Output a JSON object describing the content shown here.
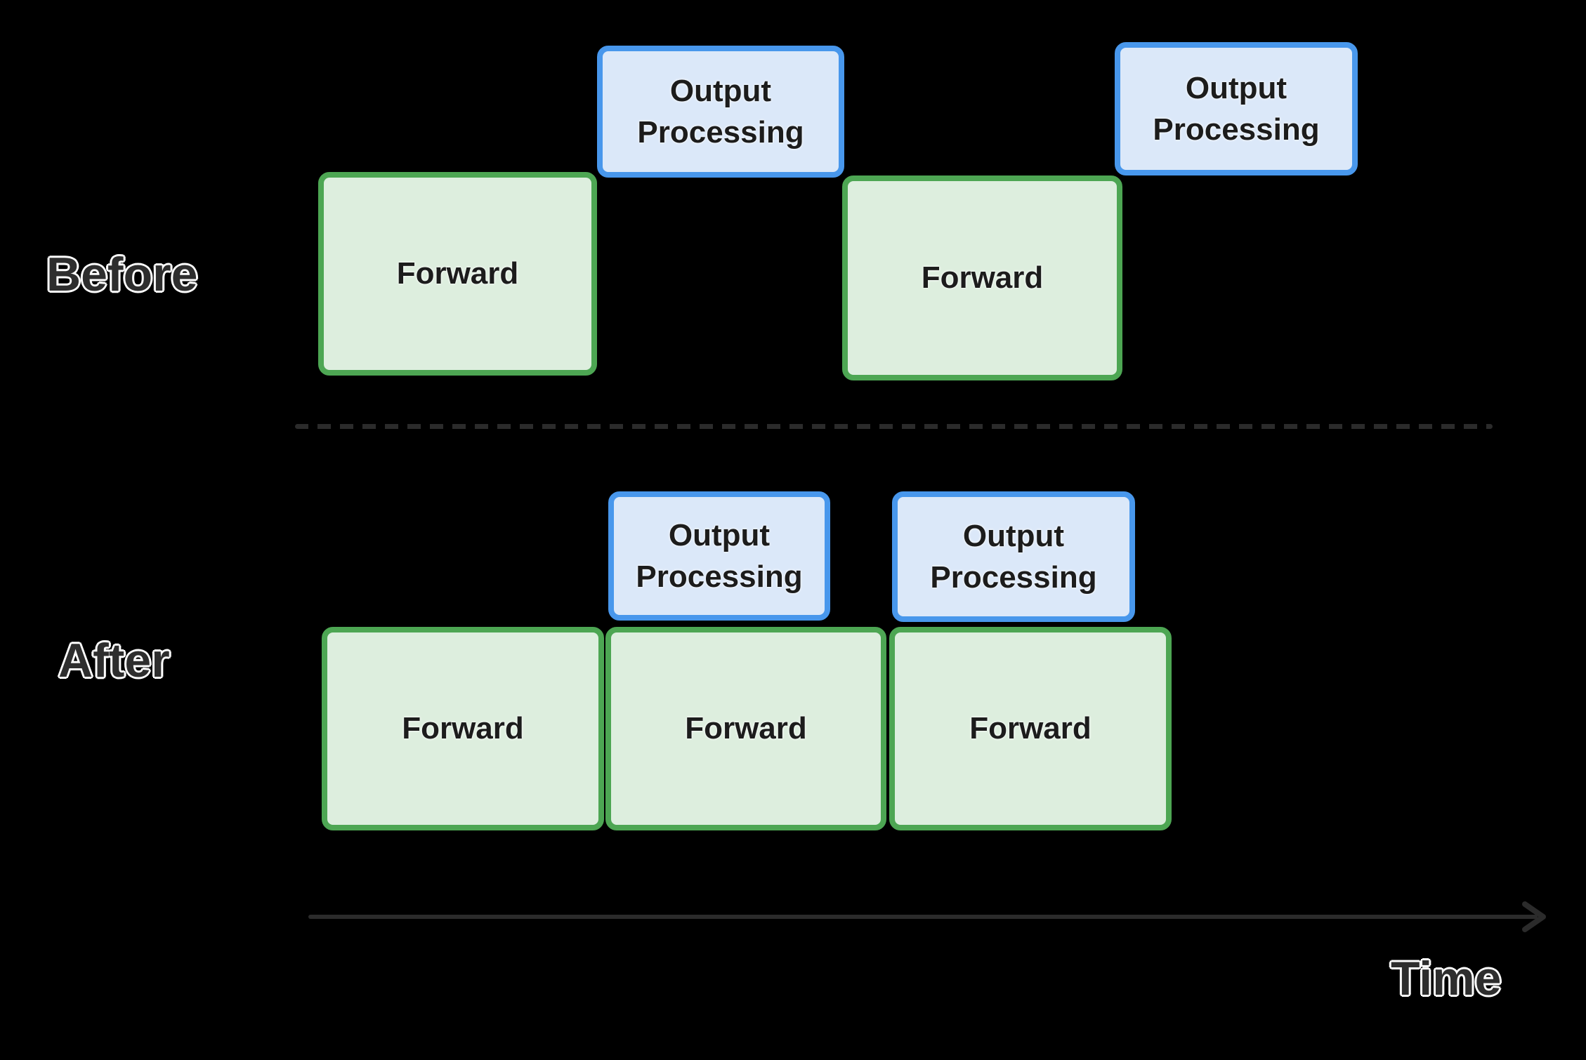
{
  "labels": {
    "before": "Before",
    "after": "After",
    "time": "Time"
  },
  "rows": [
    {
      "name": "Before",
      "boxes": [
        {
          "type": "forward",
          "label": "Forward"
        },
        {
          "type": "output-processing",
          "label": "Output Processing"
        },
        {
          "type": "forward",
          "label": "Forward"
        },
        {
          "type": "output-processing",
          "label": "Output Processing"
        }
      ]
    },
    {
      "name": "After",
      "boxes": [
        {
          "type": "output-processing",
          "label": "Output Processing"
        },
        {
          "type": "output-processing",
          "label": "Output Processing"
        },
        {
          "type": "forward",
          "label": "Forward"
        },
        {
          "type": "forward",
          "label": "Forward"
        },
        {
          "type": "forward",
          "label": "Forward"
        }
      ]
    }
  ],
  "axis": {
    "label": "Time",
    "direction": "right"
  },
  "colors": {
    "green-border": "#4da653",
    "green-fill": "#ddeede",
    "blue-border": "#4897ec",
    "blue-fill": "#dbe8f9",
    "box-text": "#1c1c1c",
    "label-text": "#2e2e2e",
    "line-color": "#2b2b2b",
    "bg": "#000000"
  }
}
